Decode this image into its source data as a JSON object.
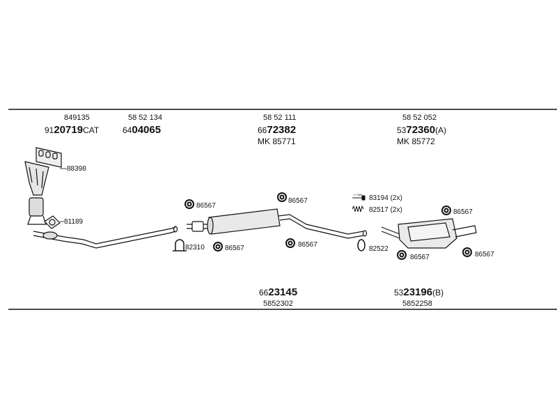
{
  "top_groups": [
    {
      "ref": "849135",
      "prefix": "91",
      "number": "20719",
      "suffix": "CAT",
      "mk": ""
    },
    {
      "ref": "58 52 134",
      "prefix": "64",
      "number": "04065",
      "suffix": "",
      "mk": ""
    },
    {
      "ref": "58 52 111",
      "prefix": "66",
      "number": "72382",
      "suffix": "",
      "mk": "MK 85771"
    },
    {
      "ref": "58 52 052",
      "prefix": "53",
      "number": "72360",
      "suffix": "(A)",
      "mk": "MK 85772"
    }
  ],
  "bottom_groups": [
    {
      "prefix": "66",
      "number": "23145",
      "suffix": "",
      "ref": "5852302"
    },
    {
      "prefix": "53",
      "number": "23196",
      "suffix": "(B)",
      "ref": "5852258"
    }
  ],
  "parts": {
    "gasket_manifold": "88398",
    "gasket_cat": "81189",
    "hanger_front": "86567",
    "clamp_front": "82310",
    "hanger_front_low": "86567",
    "hanger_mid_top": "86567",
    "hanger_mid_low": "86567",
    "bolt_a": "83194 (2x)",
    "bolt_b": "82517 (2x)",
    "gasket_rear": "82522",
    "hanger_rear_top": "86567",
    "hanger_rear_low_left": "86567",
    "hanger_rear_low_right": "86567"
  },
  "bolt_tiny_label": "Z 7083"
}
